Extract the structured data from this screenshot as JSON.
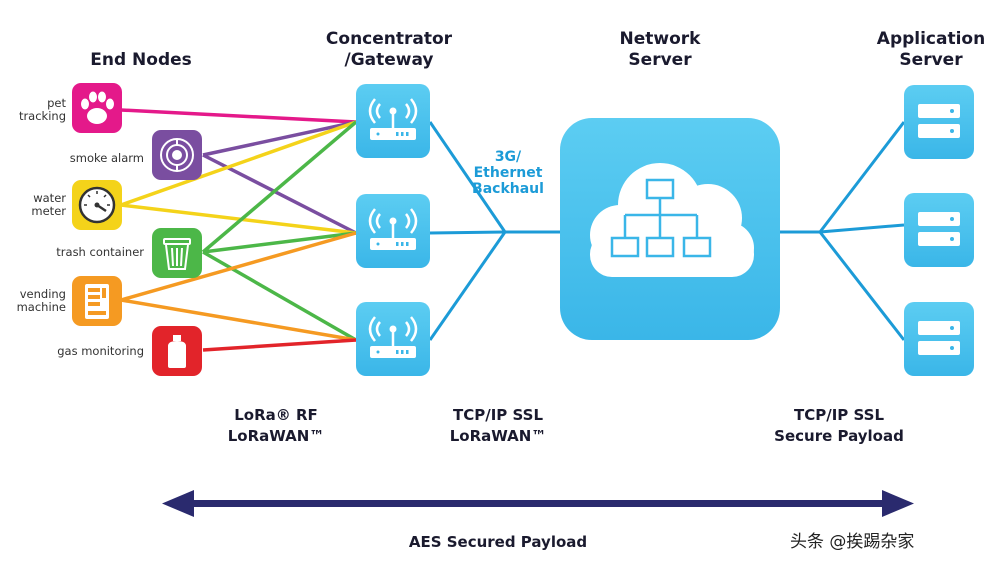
{
  "headers": {
    "end_nodes": "End Nodes",
    "gateway": [
      "Concentrator",
      "/Gateway"
    ],
    "network_server": [
      "Network",
      "Server"
    ],
    "app_server": [
      "Application",
      "Server"
    ]
  },
  "end_nodes": [
    {
      "label": [
        "pet",
        "tracking"
      ],
      "icon": "paw-icon",
      "color": "#e4198a"
    },
    {
      "label": [
        "smoke alarm"
      ],
      "icon": "smoke-alarm-icon",
      "color": "#7a4ea0"
    },
    {
      "label": [
        "water",
        "meter"
      ],
      "icon": "meter-gauge-icon",
      "color": "#f4d31a"
    },
    {
      "label": [
        "trash container"
      ],
      "icon": "trash-bin-icon",
      "color": "#4cb748"
    },
    {
      "label": [
        "vending",
        "machine"
      ],
      "icon": "vending-machine-icon",
      "color": "#f59a22"
    },
    {
      "label": [
        "gas monitoring"
      ],
      "icon": "gas-tank-icon",
      "color": "#e2242a"
    }
  ],
  "backhaul": [
    "3G/",
    "Ethernet",
    "Backhaul"
  ],
  "bottom_labels": {
    "left": [
      "LoRa® RF",
      "LoRaWAN™"
    ],
    "middle": [
      "TCP/IP SSL",
      "LoRaWAN™"
    ],
    "right": [
      "TCP/IP SSL",
      "Secure Payload"
    ]
  },
  "aes_label": "AES Secured Payload",
  "watermark": "头条 @挨踢杂家",
  "colors": {
    "accent_blue": "#4cc0ec",
    "line_blue": "#1c9bd7",
    "arrow": "#2a2a6e",
    "text_dark": "#1a1a2e"
  }
}
